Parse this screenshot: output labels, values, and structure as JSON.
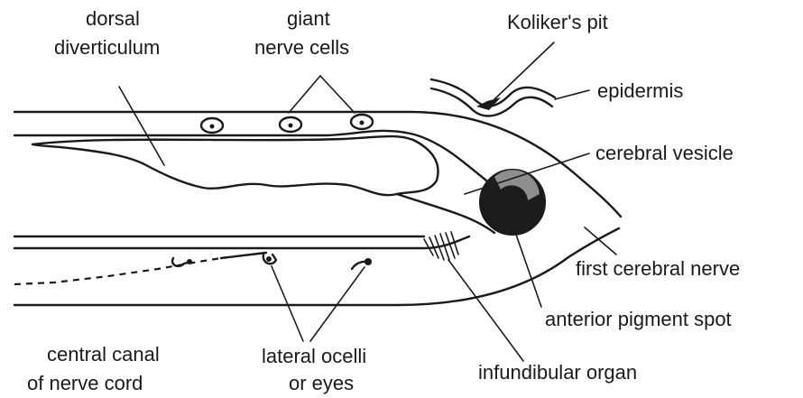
{
  "labels": {
    "dorsal_diverticulum": [
      "dorsal",
      "diverticulum"
    ],
    "giant_nerve_cells": [
      "giant",
      "nerve cells"
    ],
    "kolikers_pit": "Koliker's pit",
    "epidermis": "epidermis",
    "cerebral_vesicle": "cerebral vesicle",
    "first_cerebral_nerve": "first cerebral nerve",
    "anterior_pigment_spot": "anterior pigment spot",
    "infundibular_organ": "infundibular organ",
    "lateral_ocelli": [
      "lateral ocelli",
      "or eyes"
    ],
    "central_canal": [
      "central canal",
      "of nerve cord"
    ]
  }
}
